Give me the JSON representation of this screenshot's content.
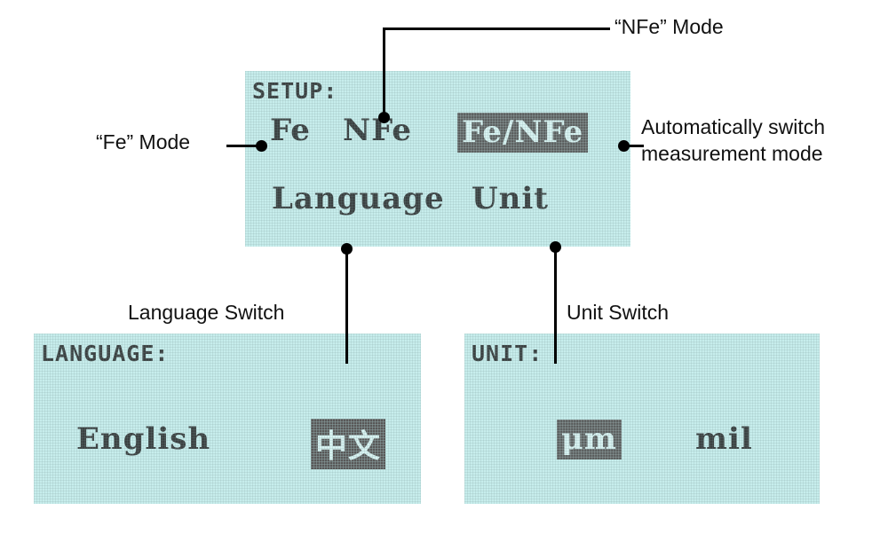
{
  "theme": {
    "lcd_background": "#c7edec",
    "lcd_text": "#3c4142",
    "highlight_background": "#585858",
    "highlight_text": "#d9f3f2",
    "page_background": "#ffffff",
    "annotation_color": "#111111"
  },
  "screens": {
    "setup": {
      "title": "SETUP:",
      "options": [
        {
          "label": "Fe",
          "selected": false
        },
        {
          "label": "NFe",
          "selected": false
        },
        {
          "label": "Fe/NFe",
          "selected": true
        }
      ],
      "menu": [
        {
          "label": "Language"
        },
        {
          "label": "Unit"
        }
      ]
    },
    "language": {
      "title": "LANGUAGE:",
      "options": [
        {
          "label": "English",
          "selected": false
        },
        {
          "label": "中文",
          "selected": true
        }
      ]
    },
    "unit": {
      "title": "UNIT:",
      "options": [
        {
          "label": "μm",
          "selected": true
        },
        {
          "label": "mil",
          "selected": false
        }
      ]
    }
  },
  "callouts": {
    "nfe_mode": "“NFe” Mode",
    "fe_mode": "“Fe” Mode",
    "auto_switch_line1": "Automatically switch",
    "auto_switch_line2": "measurement mode",
    "language_switch": "Language Switch",
    "unit_switch": "Unit Switch"
  }
}
